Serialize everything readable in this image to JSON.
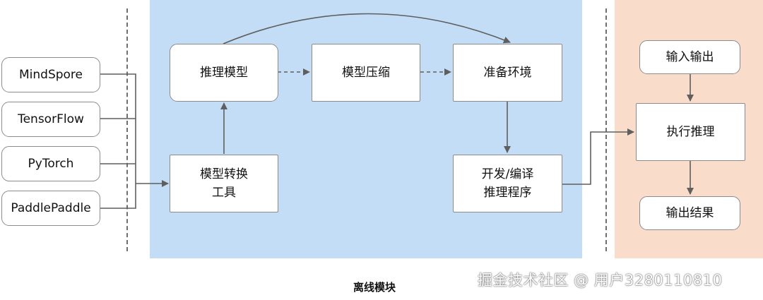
{
  "frameworks": [
    {
      "label": "MindSpore"
    },
    {
      "label": "TensorFlow"
    },
    {
      "label": "PyTorch"
    },
    {
      "label": "PaddlePaddle"
    }
  ],
  "offline": {
    "convert_tool": "模型转换\n工具",
    "inference_model": "推理模型",
    "compression": "模型压缩",
    "prepare_env": "准备环境",
    "develop_compile": "开发/编译\n推理程序",
    "region_label": "离线模块"
  },
  "runtime": {
    "io": "输入输出",
    "execute": "执行推理",
    "output": "输出结果"
  },
  "watermark": "掘金技术社区 @ 用户3280110810",
  "colors": {
    "offline_bg": "#c4ddf6",
    "runtime_bg": "#f9dcc9",
    "arrow": "#5f5f5f"
  }
}
